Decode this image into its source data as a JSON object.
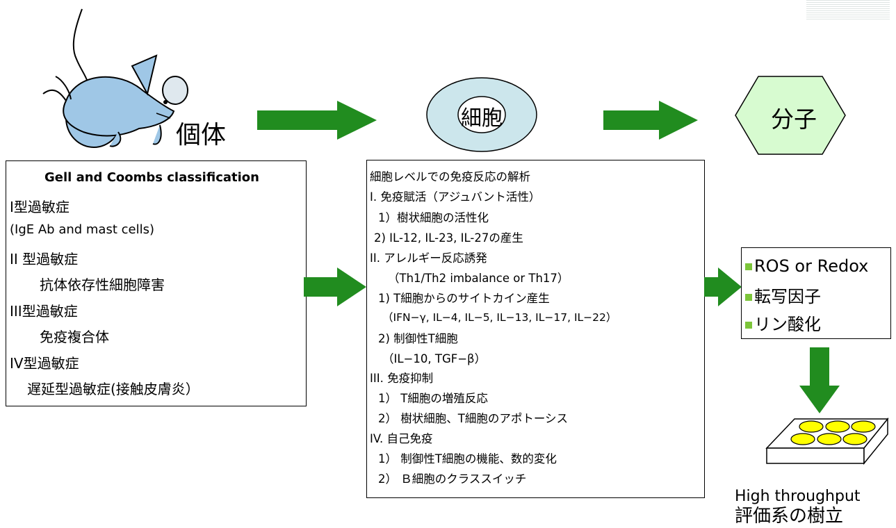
{
  "labels": {
    "individual": "個体",
    "cell": "細胞",
    "molecule": "分子"
  },
  "gell": {
    "title": "Gell and Coombs classification",
    "lines": [
      "I型過敏症",
      "(IgE Ab and mast cells)",
      "II 型過敏症",
      "抗体依存性細胞障害",
      "III型過敏症",
      "免疫複合体",
      "IV型過敏症",
      "遅延型過敏症(接触皮膚炎）"
    ]
  },
  "cell_analysis": {
    "lines": [
      "細胞レベルでの免疫反応の解析",
      "I. 免疫賦活（アジュバント活性）",
      "1）樹状細胞の活性化",
      "2) IL-12, IL-23, IL-27の産生",
      "II. アレルギー反応誘発",
      "（Th1/Th2 imbalance or Th17）",
      "1) T細胞からのサイトカイン産生",
      "（IFN−γ, IL−4, IL−5, IL−13, IL−17, IL−22）",
      "2) 制御性T細胞",
      "（IL−10, TGF−β）",
      "III. 免疫抑制",
      "1） T細胞の増殖反応",
      "2） 樹状細胞、T細胞のアポトーシス",
      "IV. 自己免疫",
      "1） 制御性T細胞の機能、数的変化",
      "2） Ｂ細胞のクラススイッチ"
    ]
  },
  "right_box": {
    "items": [
      "ROS or Redox",
      "転写因子",
      "リン酸化"
    ]
  },
  "bottom": {
    "line1": "High throughput",
    "line2": "評価系の樹立"
  },
  "colors": {
    "arrow_green": "#218c1f",
    "ellipse_fill": "#cce6ec",
    "hexagon_fill": "#d7fbd0",
    "mouse_fill": "#9fc7e6",
    "well_fill": "#ffff00",
    "bullet_green": "#7cc53a"
  },
  "icons": [
    "mouse-illustration",
    "arrow-right-icon",
    "arrow-down-icon",
    "well-plate-icon"
  ]
}
